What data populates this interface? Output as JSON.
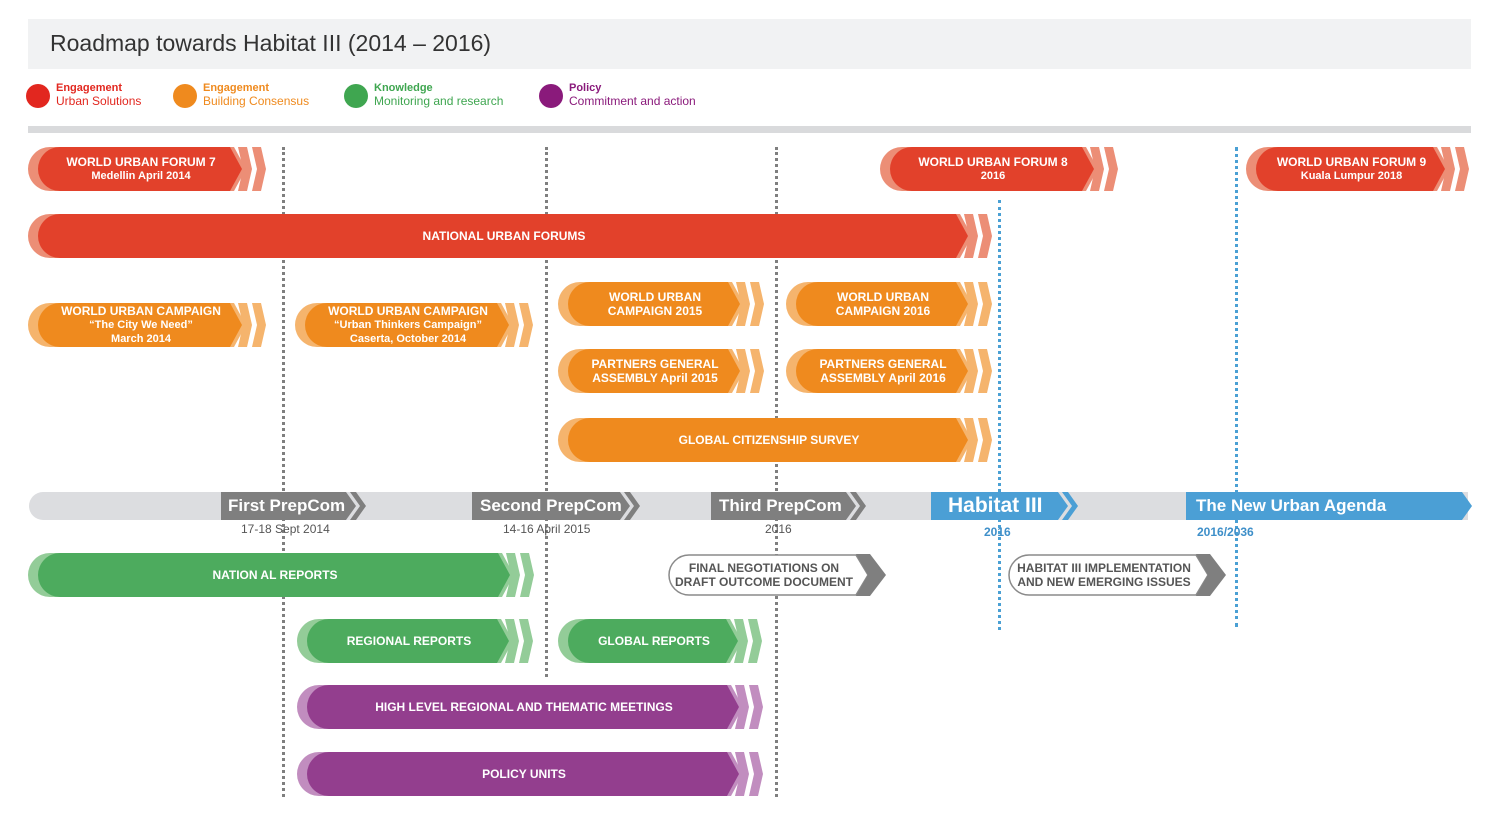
{
  "title": "Roadmap towards Habitat III (2014 – 2016)",
  "legend": [
    {
      "line1": "Engagement",
      "line2": "Urban Solutions",
      "color": "#e2271f"
    },
    {
      "line1": "Engagement",
      "line2": "Building Consensus",
      "color": "#ef8a1e"
    },
    {
      "line1": "Knowledge",
      "line2": "Monitoring and research",
      "color": "#3fa650"
    },
    {
      "line1": "Policy",
      "line2": "Commitment and action",
      "color": "#8a1a7b"
    }
  ],
  "bars": {
    "wuf7": {
      "line1": "WORLD URBAN FORUM 7",
      "line2": "Medellin April 2014"
    },
    "wuf8": {
      "line1": "WORLD URBAN FORUM 8",
      "line2": "2016"
    },
    "wuf9": {
      "line1": "WORLD URBAN FORUM 9",
      "line2": "Kuala Lumpur 2018"
    },
    "nuf": {
      "line1": "NATIONAL URBAN FORUMS"
    },
    "wuc2014": {
      "line1": "WORLD URBAN CAMPAIGN",
      "line2": "“The City We Need”",
      "line3": "March 2014"
    },
    "wuc_ut": {
      "line1": "WORLD URBAN CAMPAIGN",
      "line2": "“Urban Thinkers Campaign”",
      "line3": "Caserta, October 2014"
    },
    "wuc2015": {
      "line1": "WORLD URBAN",
      "line2": "CAMPAIGN 2015"
    },
    "wuc2016": {
      "line1": "WORLD URBAN",
      "line2": "CAMPAIGN 2016"
    },
    "pga2015": {
      "line1": "PARTNERS GENERAL",
      "line2": "ASSEMBLY April 2015"
    },
    "pga2016": {
      "line1": "PARTNERS GENERAL",
      "line2": "ASSEMBLY April 2016"
    },
    "gcs": {
      "line1": "GLOBAL CITIZENSHIP SURVEY"
    },
    "nr": {
      "line1": "NATION AL REPORTS"
    },
    "rr": {
      "line1": "REGIONAL REPORTS"
    },
    "gr": {
      "line1": "GLOBAL REPORTS"
    },
    "hlm": {
      "line1": "HIGH LEVEL REGIONAL AND THEMATIC MEETINGS"
    },
    "pu": {
      "line1": "POLICY UNITS"
    },
    "fn": {
      "line1": "FINAL NEGOTIATIONS ON",
      "line2": "DRAFT OUTCOME DOCUMENT"
    },
    "h3i": {
      "line1": "HABITAT III IMPLEMENTATION",
      "line2": "AND NEW EMERGING ISSUES"
    }
  },
  "timeline": {
    "first": {
      "label": "First PrepCom",
      "date": "17-18 Sept 2014"
    },
    "second": {
      "label": "Second PrepCom",
      "date": "14-16 April 2015"
    },
    "third": {
      "label": "Third PrepCom",
      "date": "2016"
    },
    "habitat": {
      "label": "Habitat III",
      "date": "2016"
    },
    "nua": {
      "label": "The New Urban Agenda",
      "date": "2016/2036"
    }
  },
  "colors": {
    "red": "#e2412b",
    "red_light": "#ec8e76",
    "orange": "#ef8a1e",
    "orange_light": "#f5b46d",
    "green": "#4dab5e",
    "green_light": "#93cc98",
    "purple": "#933e8e",
    "purple_light": "#c18dbf",
    "grey_dark": "#7f7f7f",
    "blue": "#4b9fd5"
  }
}
